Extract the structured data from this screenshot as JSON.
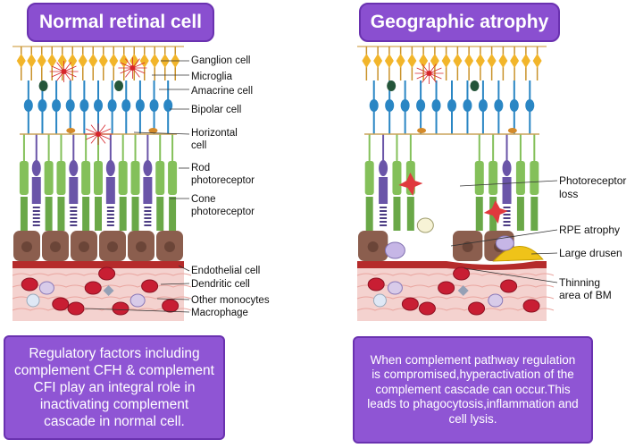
{
  "left_panel": {
    "title": "Normal retinal cell",
    "labels": {
      "ganglion": "Ganglion cell",
      "microglia": "Microglia",
      "amacrine": "Amacrine cell",
      "bipolar": "Bipolar cell",
      "horizontal_1": "Horizontal",
      "horizontal_2": "cell",
      "rod_1": "Rod",
      "rod_2": "photoreceptor",
      "cone_1": "Cone",
      "cone_2": "photoreceptor",
      "endothelial": "Endothelial cell",
      "dendritic": "Dendritic cell",
      "monocytes": "Other monocytes",
      "macrophage": "Macrophage"
    },
    "description": "Regulatory factors including complement CFH & complement CFI play an integral role in inactivating complement cascade in normal cell."
  },
  "right_panel": {
    "title": "Geographic atrophy",
    "labels": {
      "photoreceptor_loss_1": "Photoreceptor",
      "photoreceptor_loss_2": "loss",
      "rpe_atrophy": "RPE atrophy",
      "large_drusen": "Large drusen",
      "thinning_1": "Thinning",
      "thinning_2": "area of BM"
    },
    "description": "When complement pathway regulation is compromised,hyperactivation of the complement cascade can occur.This leads to phagocytosis,inflammation and cell lysis."
  },
  "colors": {
    "title_fill": "#8a4fd0",
    "box_fill": "#8f55d4",
    "ganglion": "#f2b52a",
    "bipolar": "#2a86c4",
    "rod": "#84c05a",
    "cone": "#6a55a8",
    "rpe": "#8b5e4e",
    "bruch": "#b52b2b",
    "choroid": "#f4d2cf",
    "rbc": "#c81e33",
    "microglia": "#d6242a",
    "drusen": "#efc319"
  }
}
